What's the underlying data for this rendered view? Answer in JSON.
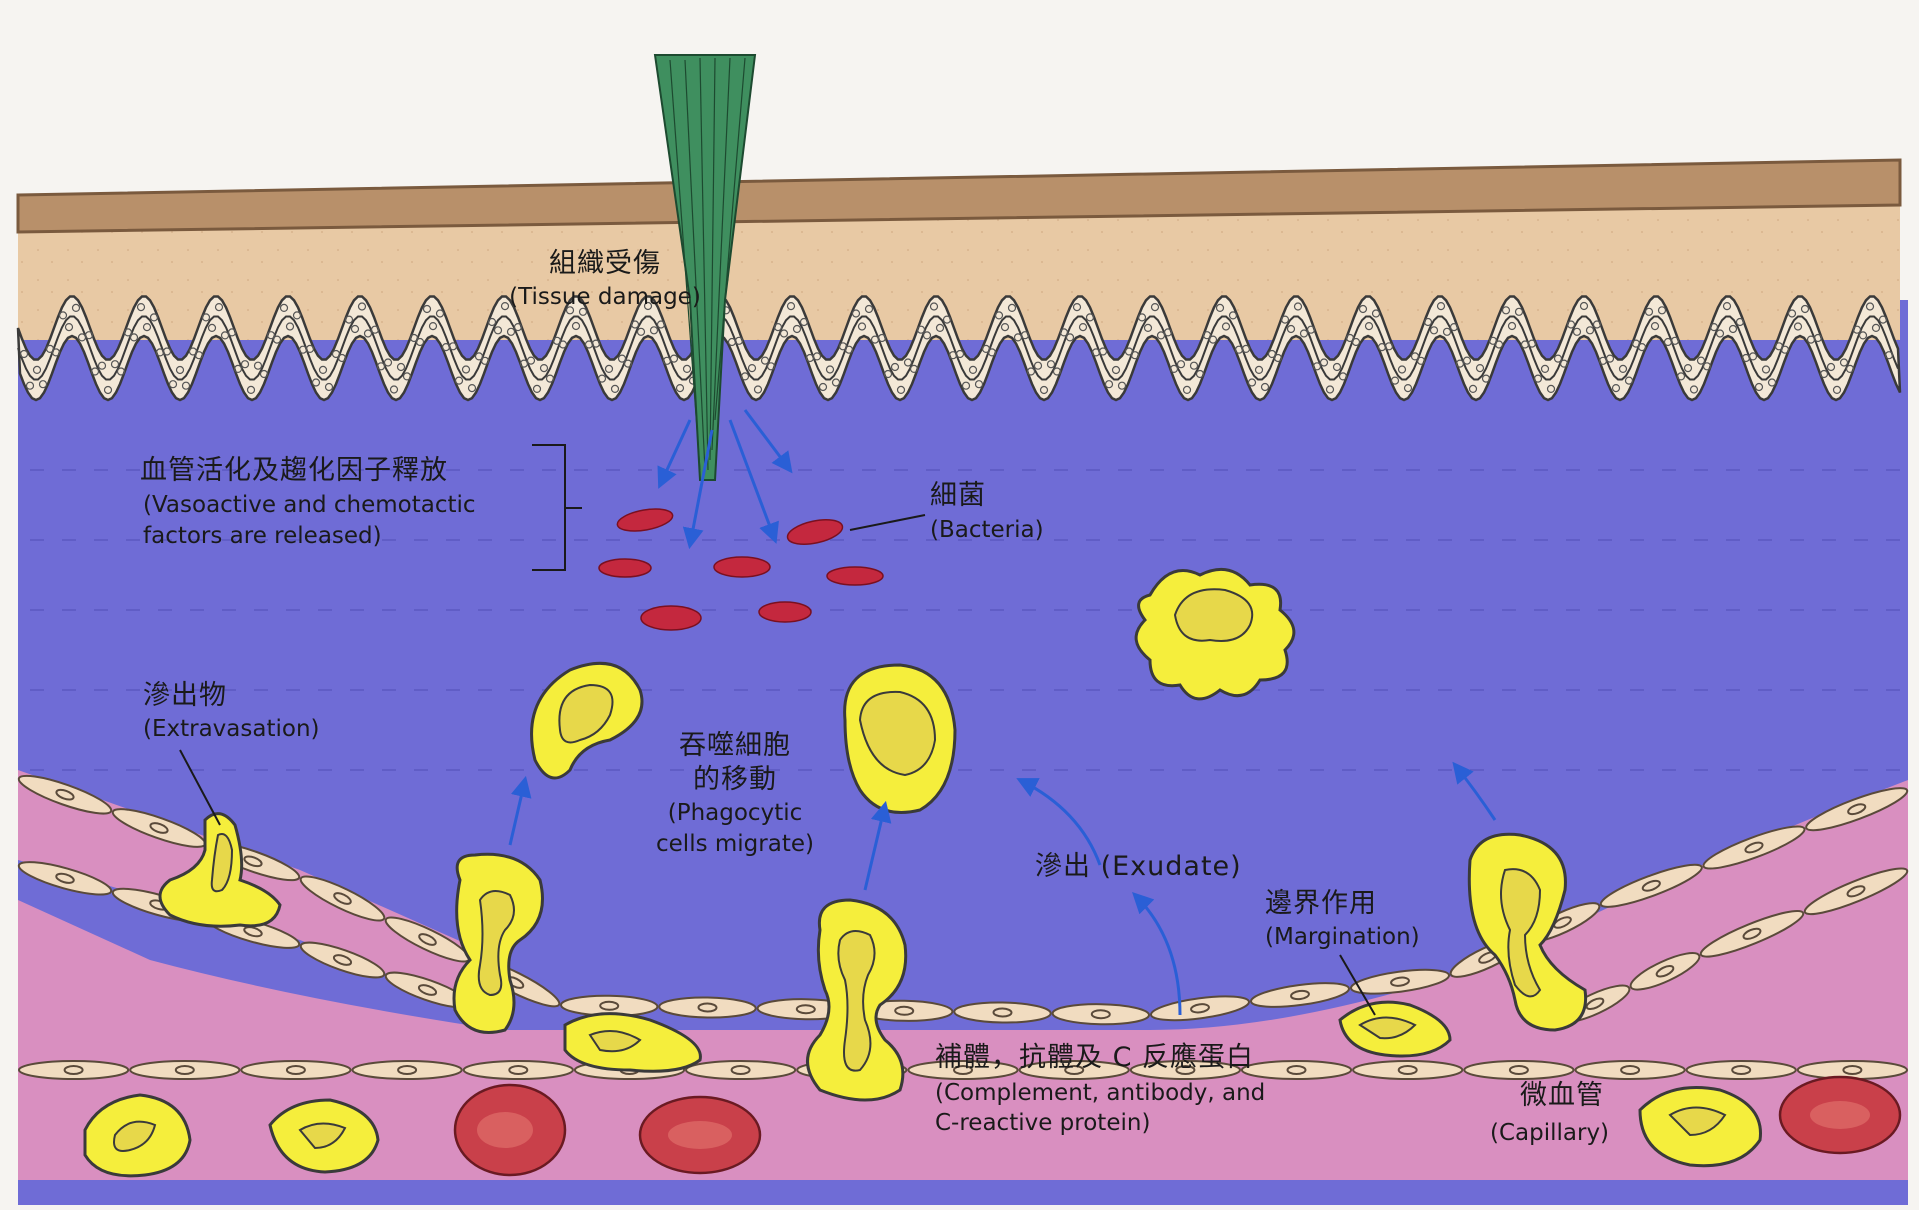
{
  "labels": {
    "tissue_damage_zh": "組織受傷",
    "tissue_damage_en": "(Tissue damage)",
    "vasoactive_zh": "血管活化及趨化因子釋放",
    "vasoactive_en_1": "(Vasoactive and chemotactic",
    "vasoactive_en_2": "factors are released)",
    "bacteria_zh": "細菌",
    "bacteria_en": "(Bacteria)",
    "extravasation_zh": "滲出物",
    "extravasation_en": "(Extravasation)",
    "phagocytic_zh_1": "吞噬細胞",
    "phagocytic_zh_2": "的移動",
    "phagocytic_en_1": "(Phagocytic",
    "phagocytic_en_2": "cells migrate)",
    "exudate": "滲出 (Exudate)",
    "margination_zh": "邊界作用",
    "margination_en": "(Margination)",
    "complement_zh": "補體，抗體及 C 反應蛋白",
    "complement_en_1": "(Complement, antibody, and",
    "complement_en_2": "C-reactive protein)",
    "capillary_zh": "微血管",
    "capillary_en": "(Capillary)"
  },
  "colors": {
    "tissue_blue": "#6f6cd6",
    "epidermis": "#e8c9a4",
    "skin_surface": "#b8906a",
    "capillary_pink": "#d98fc0",
    "endothelium": "#f1dcc0",
    "phagocyte_yellow": "#f5ee3c",
    "phagocyte_nucleus": "#e7d84a",
    "bacteria_red": "#c4283e",
    "rbc_red": "#c9404a",
    "splinter_green": "#3f8f5f",
    "arrow_blue": "#2a5fd6"
  }
}
